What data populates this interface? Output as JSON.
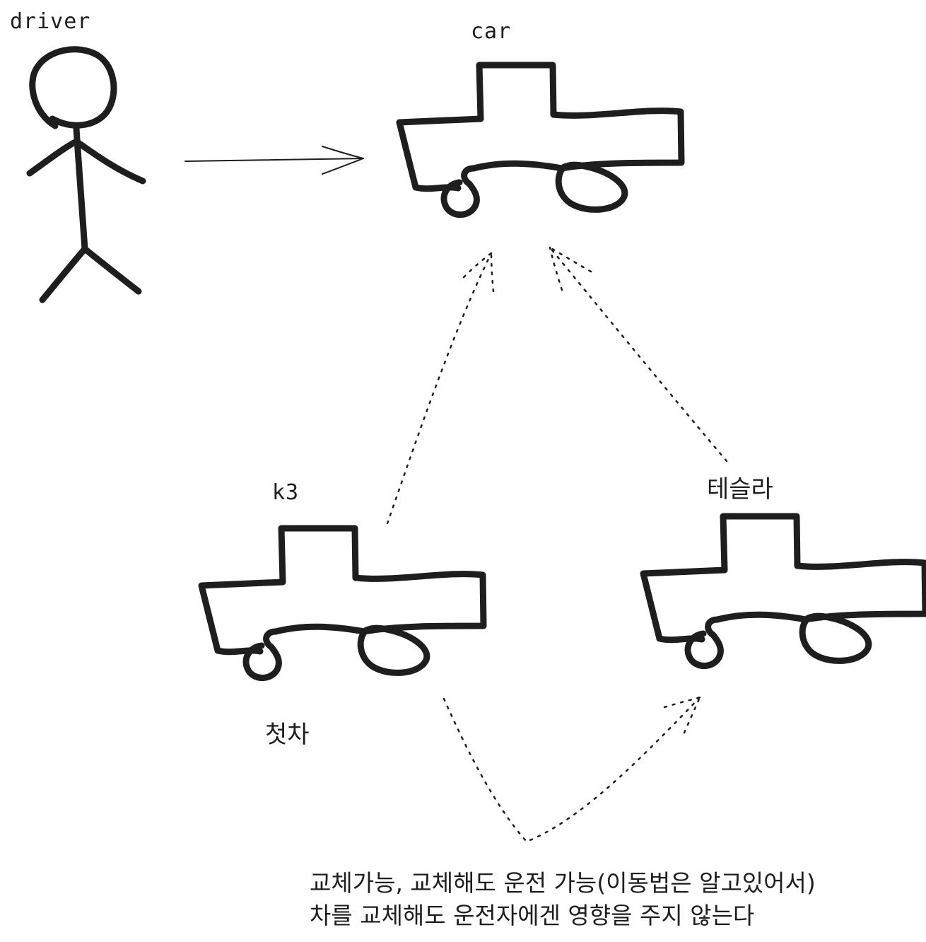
{
  "labels": {
    "driver": "driver",
    "car": "car",
    "k3": "k3",
    "tesla": "테슬라",
    "first_car": "첫차"
  },
  "note": {
    "line1": "교체가능, 교체해도 운전 가능(이동법은 알고있어서)",
    "line2": "차를 교체해도 운전자에겐 영향을 주지 않는다"
  },
  "colors": {
    "stroke": "#1e1e1e",
    "background": "#ffffff"
  }
}
